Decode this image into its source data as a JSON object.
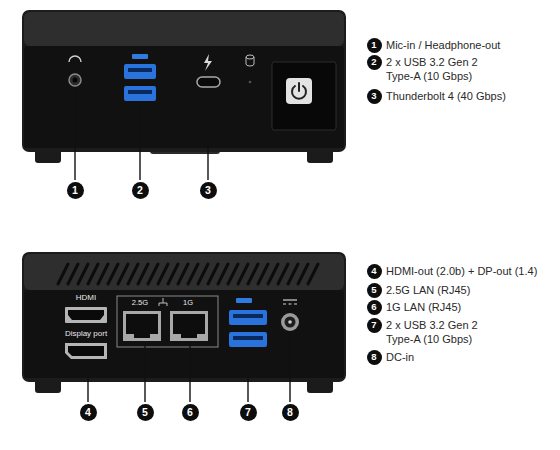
{
  "diagram": {
    "nodes": [
      {
        "text": [
          "1"
        ]
      },
      {
        "text": [
          "2"
        ]
      },
      {
        "text": [
          "3"
        ]
      },
      {
        "text": [
          "1"
        ]
      },
      {
        "text": [
          "2"
        ]
      },
      {
        "text": [
          "3"
        ]
      },
      {
        "text": [
          "4"
        ]
      },
      {
        "text": [
          "5"
        ]
      },
      {
        "text": [
          "6"
        ]
      },
      {
        "text": [
          "7"
        ]
      },
      {
        "text": [
          "8"
        ]
      },
      {
        "text": [
          "4"
        ]
      },
      {
        "text": [
          "5"
        ]
      },
      {
        "text": [
          "6"
        ]
      },
      {
        "text": [
          "7"
        ]
      },
      {
        "text": [
          "8"
        ]
      }
    ],
    "labels": [
      "Mic-in / Headphone-out",
      "2 x USB 3.2 Gen 2 Type-A (10 Gbps)",
      "Thunderbolt 4 (40 Gbps)",
      "HDMI-out (2.0b) + DP-out (1.4)",
      "2.5G LAN (RJ45)",
      "1G LAN (RJ45)",
      "2 x USB 3.2 Gen 2 Type-A (10 Gbps)",
      "DC-in",
      "HDMI",
      "Display port",
      "2.5G",
      "1G"
    ]
  }
}
